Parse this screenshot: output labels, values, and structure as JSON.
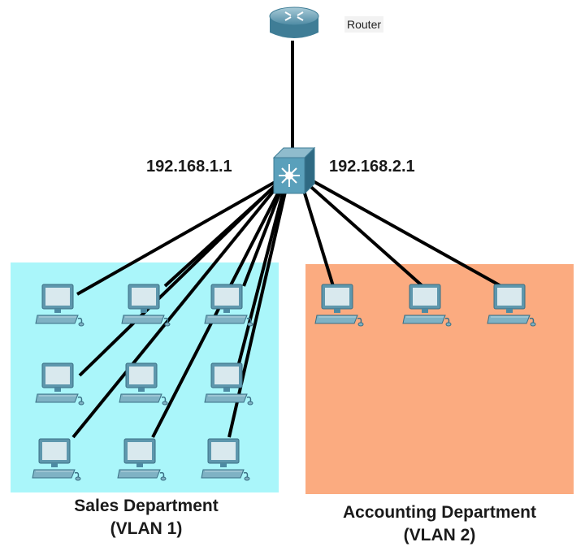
{
  "router": {
    "label": "Router"
  },
  "switch": {
    "left_ip": "192.168.1.1",
    "right_ip": "192.168.2.1"
  },
  "sales": {
    "name": "Sales Department",
    "vlan": "(VLAN 1)",
    "color": "#aaf6fa",
    "pc_count": 9
  },
  "accounting": {
    "name": "Accounting Department",
    "vlan": "(VLAN 2)",
    "color": "#fbab80",
    "pc_count": 3
  },
  "icons": {
    "router": "router-icon",
    "switch": "multilayer-switch-icon",
    "pc": "desktop-pc-icon"
  }
}
